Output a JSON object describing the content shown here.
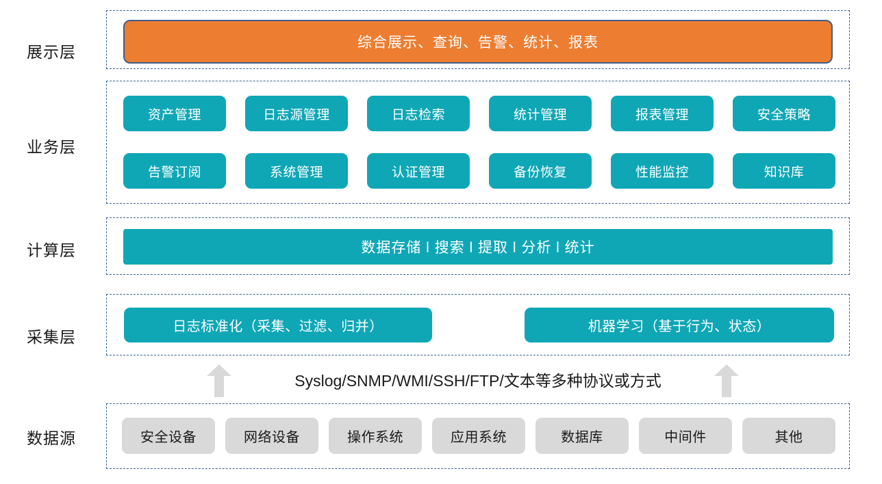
{
  "colors": {
    "accent_orange": "#ed7d31",
    "accent_teal": "#0fa7b6",
    "dashed_border_blue": "#35618f",
    "box_gray": "#d9d9d9",
    "arrow_gray": "#d9d9d9"
  },
  "layers": {
    "presentation": {
      "label": "展示层",
      "banner": "综合展示、查询、告警、统计、报表"
    },
    "business": {
      "label": "业务层",
      "row1": [
        "资产管理",
        "日志源管理",
        "日志检索",
        "统计管理",
        "报表管理",
        "安全策略"
      ],
      "row2": [
        "告警订阅",
        "系统管理",
        "认证管理",
        "备份恢复",
        "性能监控",
        "知识库"
      ]
    },
    "computing": {
      "label": "计算层",
      "banner": "数据存储 l 搜索 l 提取 l 分析 l 统计"
    },
    "collection": {
      "label": "采集层",
      "left_box": "日志标准化（采集、过滤、归并）",
      "right_box": "机器学习（基于行为、状态）"
    },
    "protocol": {
      "text": "Syslog/SNMP/WMI/SSH/FTP/文本等多种协议或方式"
    },
    "datasource": {
      "label": "数据源",
      "items": [
        "安全设备",
        "网络设备",
        "操作系统",
        "应用系统",
        "数据库",
        "中间件",
        "其他"
      ]
    }
  }
}
